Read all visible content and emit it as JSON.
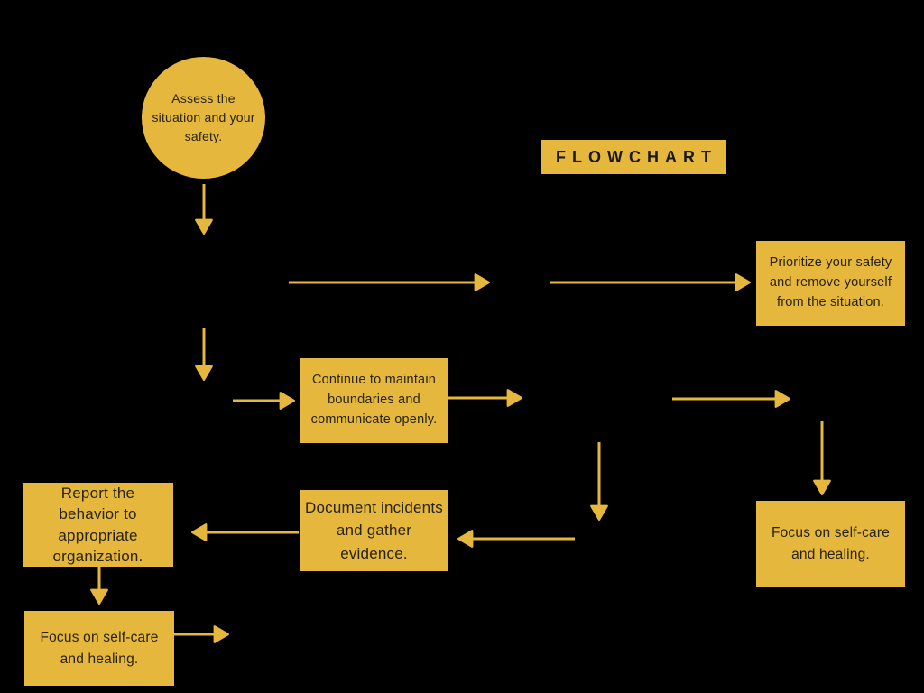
{
  "page": {
    "background_color": "#000000"
  },
  "palette": {
    "node_fill": "#E6B73D",
    "arrow_color": "#E6B73D",
    "node_text_color": "#272211",
    "title_text_color": "#191919"
  },
  "title": {
    "label": "FLOWCHART"
  },
  "nodes": {
    "assess": {
      "shape": "circle",
      "label": "Assess the situation and your safety."
    },
    "prioritize": {
      "shape": "rect",
      "label": "Prioritize your safety and remove yourself from the situation."
    },
    "continue_boundaries": {
      "shape": "rect",
      "label": "Continue to maintain boundaries and communicate openly."
    },
    "document": {
      "shape": "rect",
      "label": "Document incidents and gather evidence."
    },
    "report": {
      "shape": "rect",
      "label": "Report the behavior to appropriate organization."
    },
    "focus_right": {
      "shape": "rect",
      "label": "Focus on self-care and healing."
    },
    "focus_bottom": {
      "shape": "rect",
      "label": "Focus on self-care and healing."
    }
  }
}
